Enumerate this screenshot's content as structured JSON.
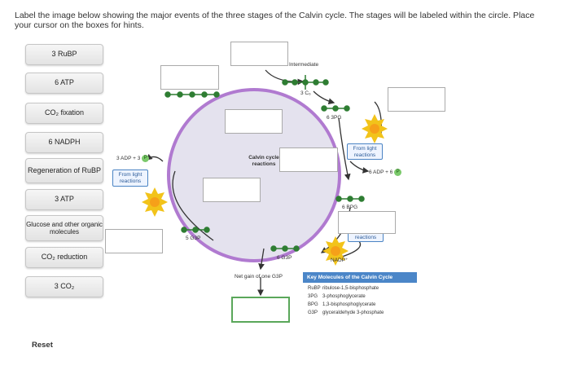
{
  "instructions": "Label the image below showing the major events of the three stages of the Calvin cycle. The stages will be labeled within the circle. Place your cursor on the boxes for hints.",
  "cards": [
    "3 RuBP",
    "6 ATP",
    "CO₂ fixation",
    "6 NADPH",
    "Regeneration of RuBP",
    "3 ATP",
    "Glucose and other organic molecules",
    "CO₂ reduction",
    "3 CO₂"
  ],
  "reset": "Reset",
  "diagram": {
    "intermediate": "Intermediate",
    "three_c6": "3 C₆",
    "six_3pg": "6 3PG",
    "from_light_1": "From light reactions",
    "six_adp": "6 ADP + 6",
    "six_bpg": "6 BPG",
    "from_light_2": "From light reactions",
    "nadp": "NADP⁺",
    "six_g3p": "6 G3P",
    "five_g3p": "5 G3P",
    "three_adp": "3 ADP + 3",
    "from_light_3": "From light reactions",
    "calvin": "Calvin cycle reactions",
    "net_gain": "Net gain of one G3P",
    "p": "P"
  },
  "key": {
    "title": "Key Molecules of the Calvin Cycle",
    "rows": [
      {
        "abbr": "RuBP",
        "name": "ribulose-1,5-bisphosphate"
      },
      {
        "abbr": "3PG",
        "name": "3-phosphoglycerate"
      },
      {
        "abbr": "BPG",
        "name": "1,3-bisphosphoglycerate"
      },
      {
        "abbr": "G3P",
        "name": "glyceraldehyde 3-phosphate"
      }
    ]
  },
  "colors": {
    "circle": "#b07ad0",
    "circle_fill": "#e4e2ee",
    "molecule": "#2e7d32",
    "arrow": "#333333",
    "key_header": "#4b86c8"
  }
}
